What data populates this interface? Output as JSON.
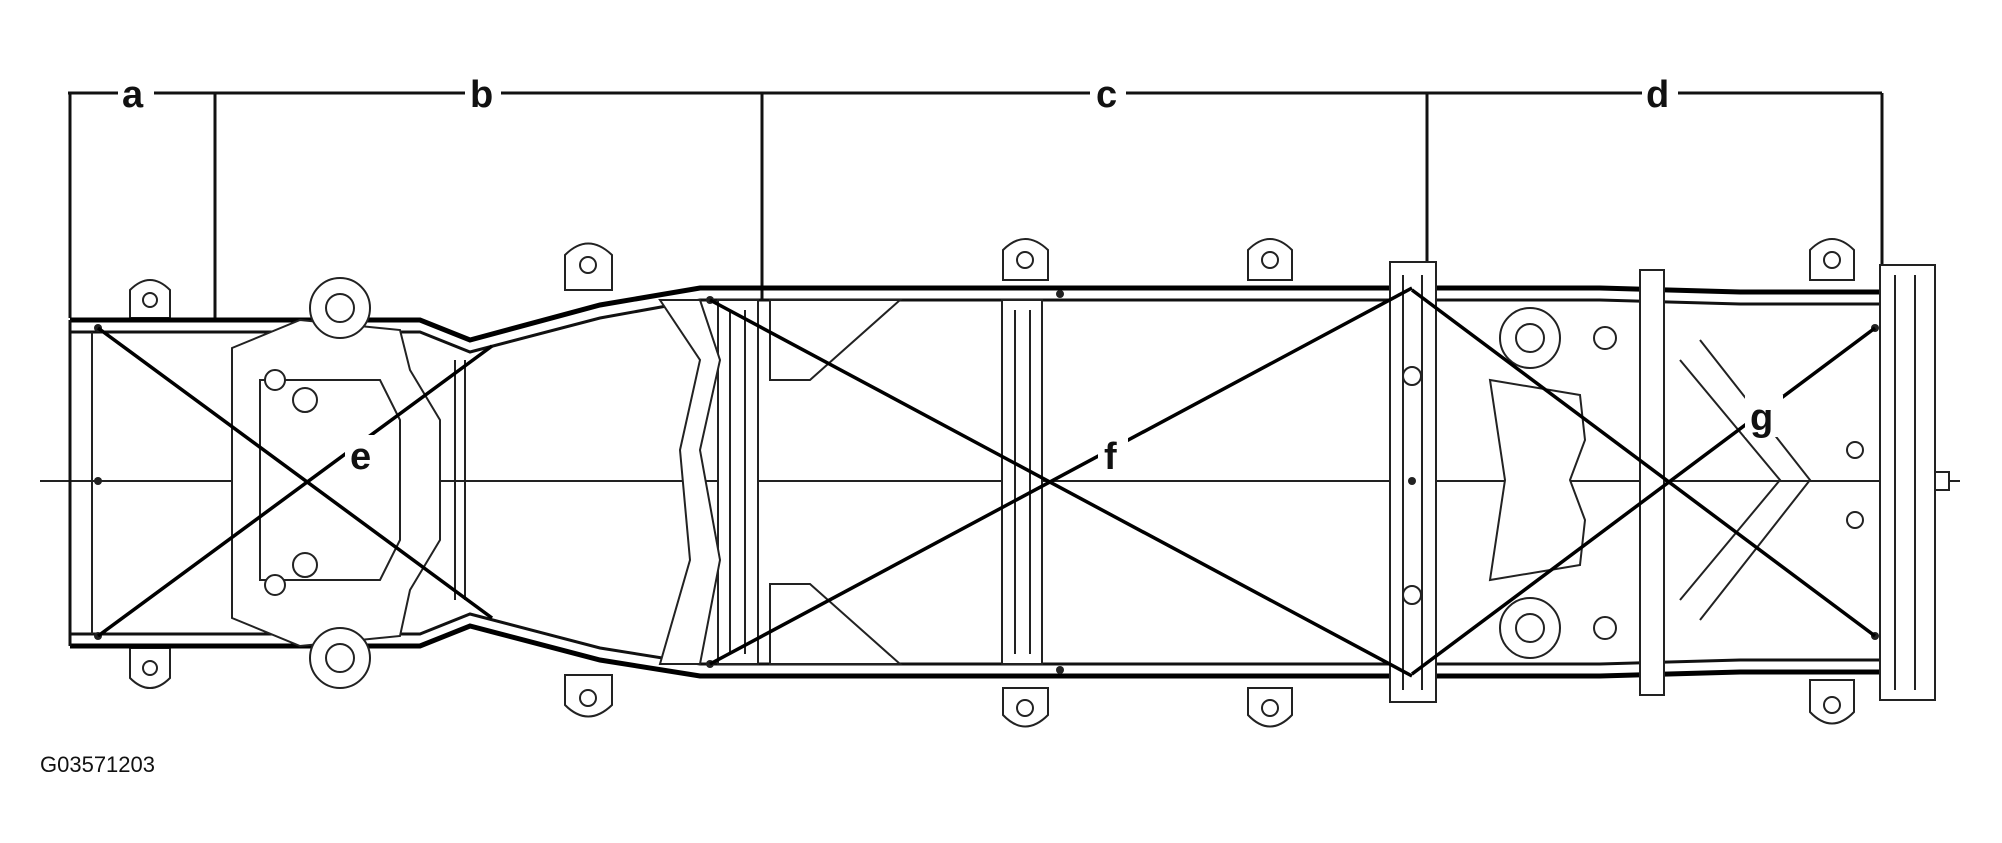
{
  "dimension_labels": {
    "a": "a",
    "b": "b",
    "c": "c",
    "d": "d"
  },
  "diagonal_labels": {
    "e": "e",
    "f": "f",
    "g": "g"
  },
  "figure_id": "G03571203"
}
